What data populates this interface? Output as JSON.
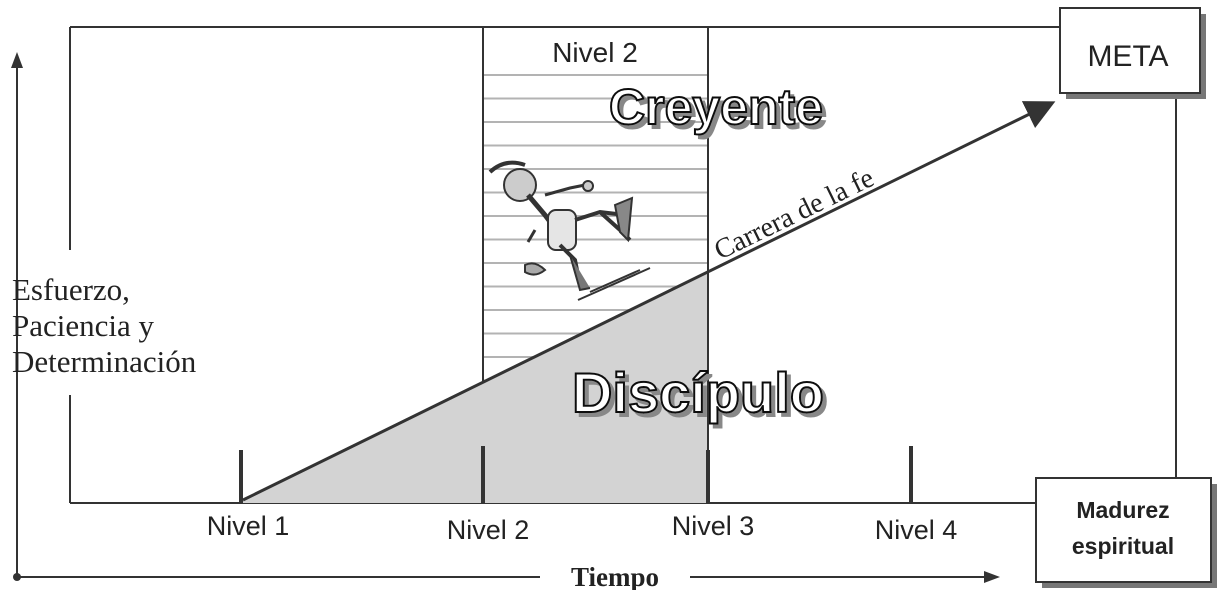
{
  "y_axis_label": [
    "Esfuerzo,",
    "Paciencia y",
    "Determinación"
  ],
  "x_axis_label": "Tiempo",
  "goal_label": "META",
  "maturity_label": [
    "Madurez",
    "espiritual"
  ],
  "believer_zone": {
    "level_label": "Nivel 2",
    "title": "Creyente"
  },
  "disciple_label": "Discípulo",
  "faith_race_label": "Carrera de la fe",
  "levels": [
    "Nivel 1",
    "Nivel 2",
    "Nivel 3",
    "Nivel 4"
  ],
  "colors": {
    "stroke": "#333333",
    "fill_gray": "#d3d3d3",
    "stripe": "#b0b0b0",
    "text": "#222222"
  }
}
